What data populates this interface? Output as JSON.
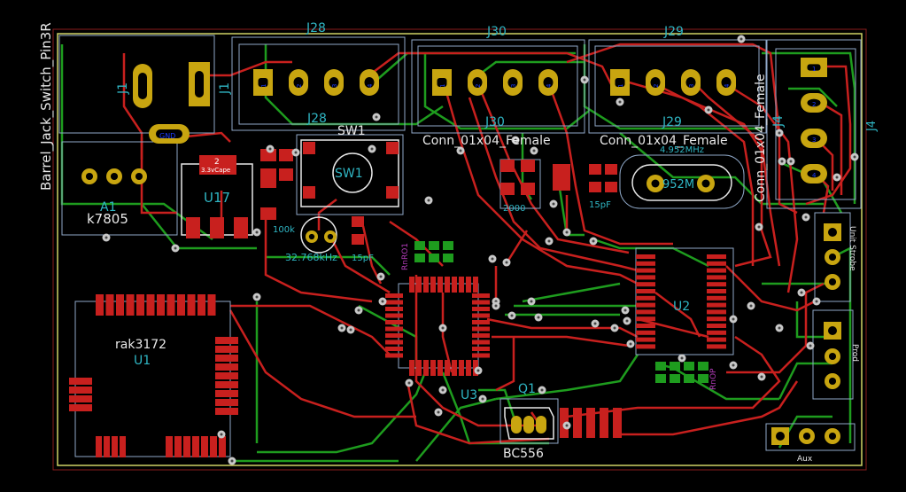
{
  "colors": {
    "background": "#000000",
    "edge_cuts": "#D0D266",
    "fab_outline": "#8FA8C8",
    "silkscreen": "#E8E8E8",
    "ref_text": "#2FB6C4",
    "value_text": "#FFFFFF",
    "front_copper": "#C8201E",
    "back_copper": "#1E9C1E",
    "pad": "#C8A510",
    "via": "#C8C8C8",
    "pad_net_text": "#1C3CFF"
  },
  "labels": {
    "barrel_jack_side": "Barrel_Jack_Switch_Pin3R",
    "j1_left": "J1",
    "j1_right": "J1",
    "j1_gnd": "GND",
    "j28_top": "J28",
    "j28_bottom": "J28",
    "j30_top": "J30",
    "j30_bottom": "J30",
    "j29_top": "J29",
    "j29_bottom": "J29",
    "conn_value_a": "Conn_01x04_Female",
    "conn_value_b": "Conn_01x04_Female",
    "j4_value": "Conn_01x04_Female",
    "j4_ref": "J4",
    "j4_ref_right": "J4",
    "sw1_top": "SW1",
    "sw1_inside": "SW1",
    "a1_ref": "A1",
    "a1_value": "k7805",
    "u17_ref": "U17",
    "u17_pad_num": "2",
    "u17_pad_net": "3.3vCape",
    "r_100k": "100k",
    "cap_2000": "2000",
    "cap_15pf": "15pF",
    "cap_15pf_b": "15pF",
    "crystal_freq": "4.952MHz",
    "crystal_body": "952M",
    "osc_freq": "32.768kHz",
    "u1_value": "rak3172",
    "u1_ref": "U1",
    "u2_ref": "U2",
    "u3_ref": "U3",
    "q1_ref": "Q1",
    "q1_value": "BC556",
    "rnd_a": "RnRO1",
    "rnd_b": "RnOP",
    "hdr_right_a": "Unit Strobe",
    "hdr_right_b": "Prod",
    "hdr_bottom": "Aux"
  },
  "pad_nets": {
    "j28": [
      "1",
      "2",
      "3",
      "4"
    ],
    "j30": [
      "1",
      "2",
      "3",
      "4"
    ],
    "j29": [
      "1",
      "2",
      "3",
      "4"
    ],
    "j4": [
      "1",
      "2",
      "3",
      "4"
    ]
  }
}
